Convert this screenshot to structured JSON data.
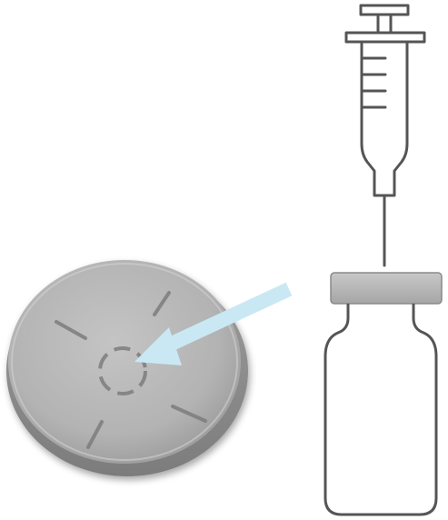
{
  "diagram": {
    "elements": [
      "stopper-closeup",
      "injection-site-marker",
      "pointer-arrow",
      "syringe",
      "vial"
    ],
    "colors": {
      "background": "#ffffff",
      "stopper_base": "#b8b8b8",
      "stopper_edge": "#8e8e8e",
      "stopper_marks": "#7d7d7d",
      "arrow": "#c9e8f3",
      "line_art": "#555555",
      "vial_cap": "#b5b5b5"
    },
    "icons": {
      "syringe": "syringe-icon",
      "vial": "vial-icon",
      "stopper": "vial-stopper-icon",
      "arrow": "arrow-icon"
    }
  }
}
